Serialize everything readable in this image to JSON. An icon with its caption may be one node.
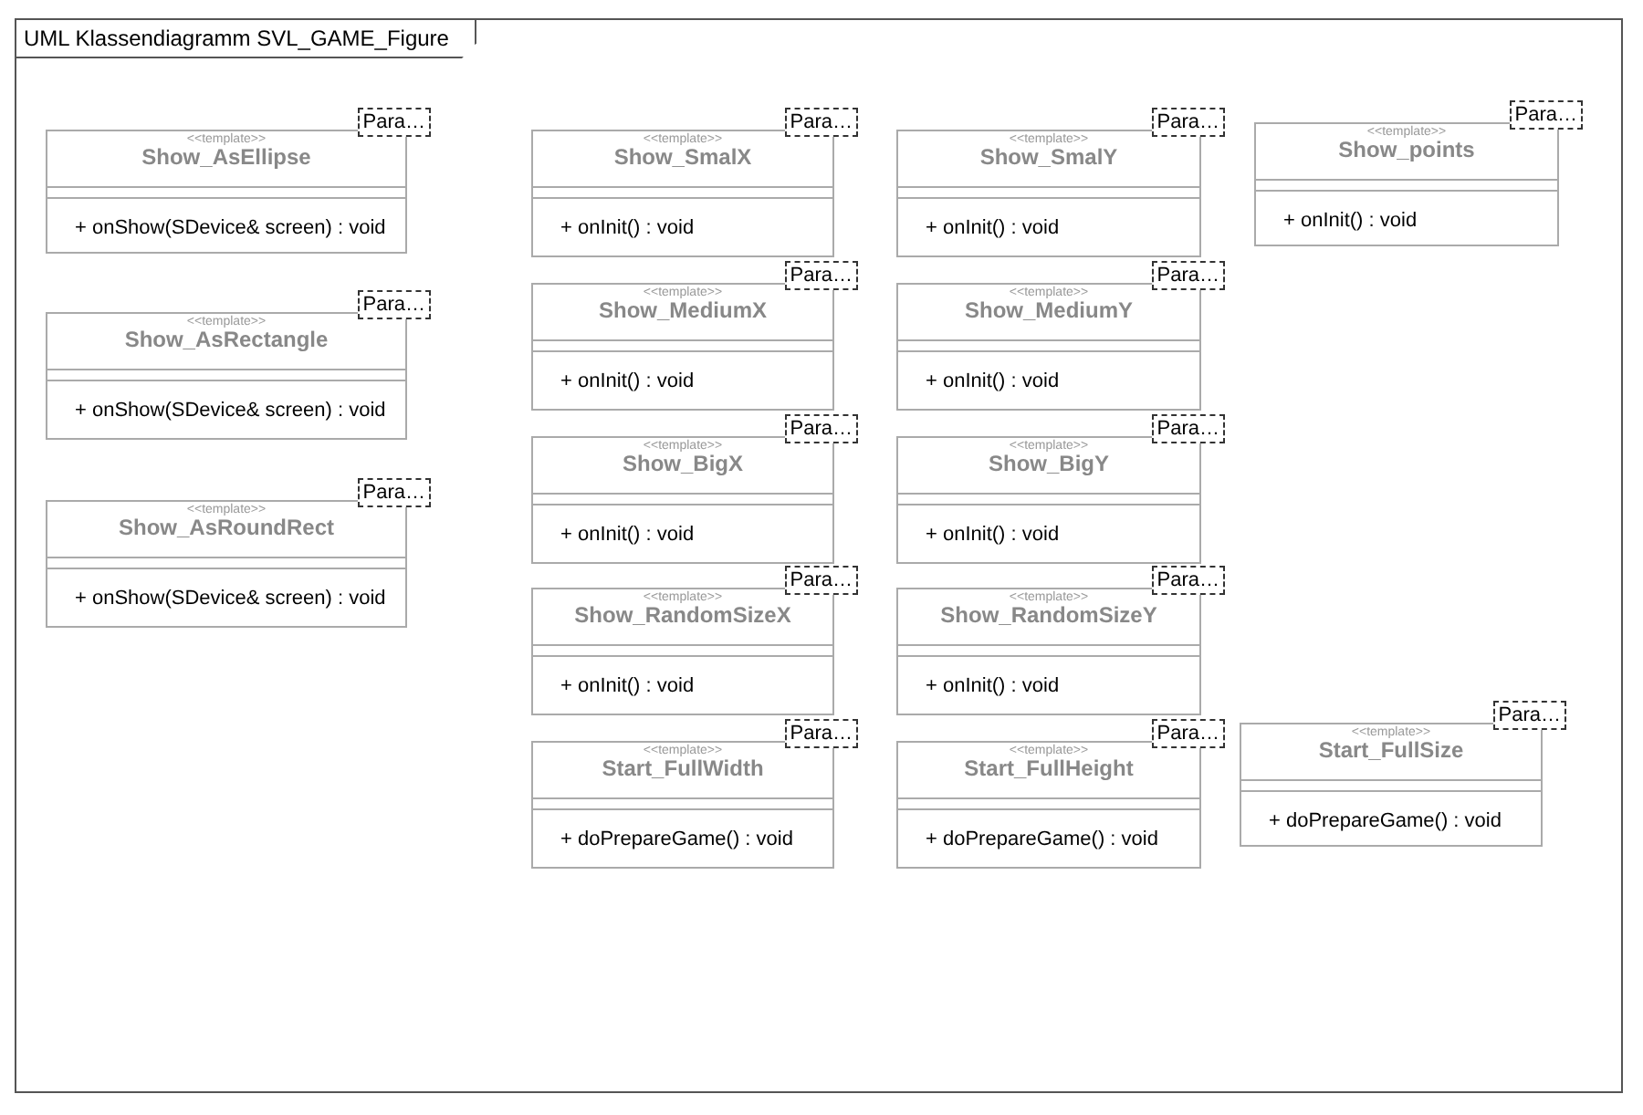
{
  "diagram": {
    "nodes": [
      {
        "text": [
          "UML Klassendiagramm SVL_GAME_Figure"
        ]
      },
      {
        "text": [
          "Para…",
          "<<template>>",
          "Show_AsEllipse",
          "+ onShow(SDevice& screen) : void"
        ],
        "in": 0
      },
      {
        "text": [
          "Para…",
          "<<template>>",
          "Show_SmalX",
          "+ onInit() : void"
        ],
        "in": 0
      },
      {
        "text": [
          "Para…",
          "<<template>>",
          "Show_SmalY",
          "+ onInit() : void"
        ],
        "in": 0
      },
      {
        "text": [
          "Para…",
          "<<template>>",
          "Show_points",
          "+ onInit() : void"
        ],
        "in": 0
      },
      {
        "text": [
          "Para…",
          "<<template>>",
          "Show_MediumX",
          "+ onInit() : void"
        ],
        "in": 0
      },
      {
        "text": [
          "Para…",
          "<<template>>",
          "Show_MediumY",
          "+ onInit() : void"
        ],
        "in": 0
      },
      {
        "text": [
          "Para…",
          "<<template>>",
          "Show_AsRectangle",
          "+ onShow(SDevice& screen) : void"
        ],
        "in": 0
      },
      {
        "text": [
          "Para…",
          "<<template>>",
          "Show_BigX",
          "+ onInit() : void"
        ],
        "in": 0
      },
      {
        "text": [
          "Para…",
          "<<template>>",
          "Show_BigY",
          "+ onInit() : void"
        ],
        "in": 0
      },
      {
        "text": [
          "Para…",
          "<<template>>",
          "Show_AsRoundRect",
          "+ onShow(SDevice& screen) : void"
        ],
        "in": 0
      },
      {
        "text": [
          "Para…",
          "<<template>>",
          "Show_RandomSizeX",
          "+ onInit() : void"
        ],
        "in": 0
      },
      {
        "text": [
          "Para…",
          "<<template>>",
          "Show_RandomSizeY",
          "+ onInit() : void"
        ],
        "in": 0
      },
      {
        "text": [
          "Para…",
          "<<template>>",
          "Start_FullSize",
          "+ doPrepareGame() : void"
        ],
        "in": 0
      },
      {
        "text": [
          "Para…",
          "<<template>>",
          "Start_FullWidth",
          "+ doPrepareGame() : void"
        ],
        "in": 0
      },
      {
        "text": [
          "Para…",
          "<<template>>",
          "Start_FullHeight",
          "+ doPrepareGame() : void"
        ],
        "in": 0
      }
    ]
  }
}
